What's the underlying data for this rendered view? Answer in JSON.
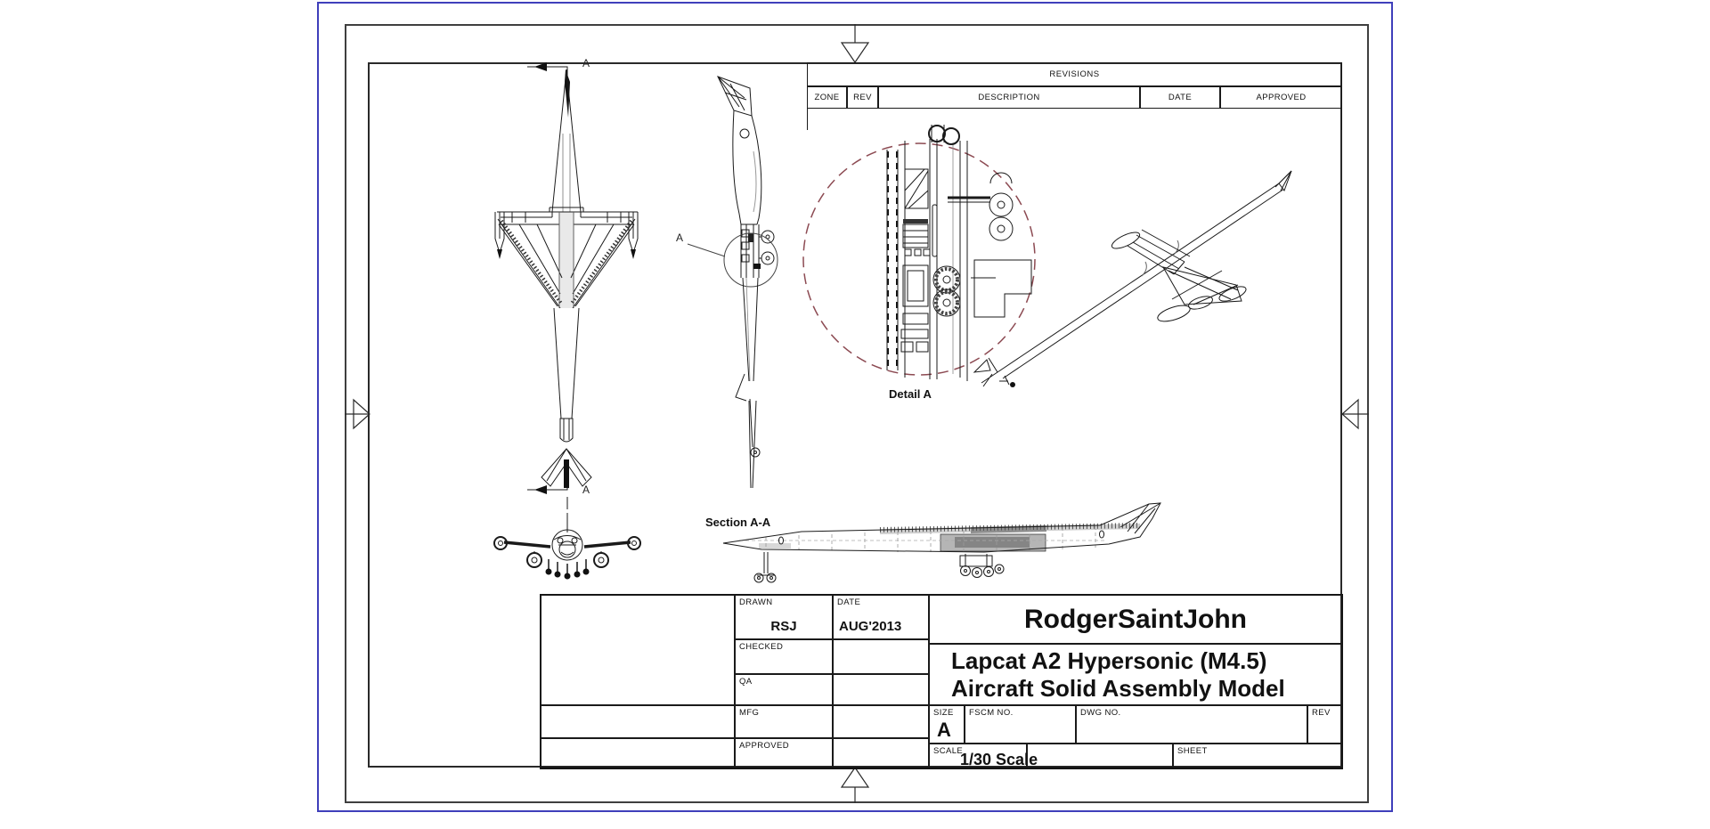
{
  "revisions_table": {
    "title": "REVISIONS",
    "columns": [
      "ZONE",
      "REV",
      "DESCRIPTION",
      "DATE",
      "APPROVED"
    ]
  },
  "title_block": {
    "drawn": {
      "label": "DRAWN",
      "value": "RSJ"
    },
    "date": {
      "label": "DATE",
      "value": "AUG'2013"
    },
    "checked": {
      "label": "CHECKED"
    },
    "qa": {
      "label": "QA"
    },
    "mfg": {
      "label": "MFG"
    },
    "approved": {
      "label": "APPROVED"
    },
    "company": "RodgerSaintJohn",
    "drawing_title_line1": "Lapcat A2 Hypersonic (M4.5)",
    "drawing_title_line2": "Aircraft Solid Assembly Model",
    "size": {
      "label": "SIZE",
      "value": "A"
    },
    "fscm": {
      "label": "FSCM NO."
    },
    "dwg": {
      "label": "DWG NO."
    },
    "rev": {
      "label": "REV"
    },
    "scale": {
      "label": "SCALE",
      "value": "1/30 Scale"
    },
    "sheet": {
      "label": "SHEET"
    }
  },
  "view_labels": {
    "detail": "Detail A",
    "section": "Section A-A",
    "datum_top": "A",
    "datum_bottom": "A",
    "detail_pointer": "A"
  },
  "colors": {
    "sheet_border_blue": "#3f3fbb",
    "sheet_border_gray": "#3f3f3f",
    "line_black": "#1a1a1a",
    "detail_circle": "#8c4a52",
    "shade_dark": "#8f8f8f",
    "shade_mid": "#b5b5b5",
    "shade_light": "#d8d8d8"
  }
}
